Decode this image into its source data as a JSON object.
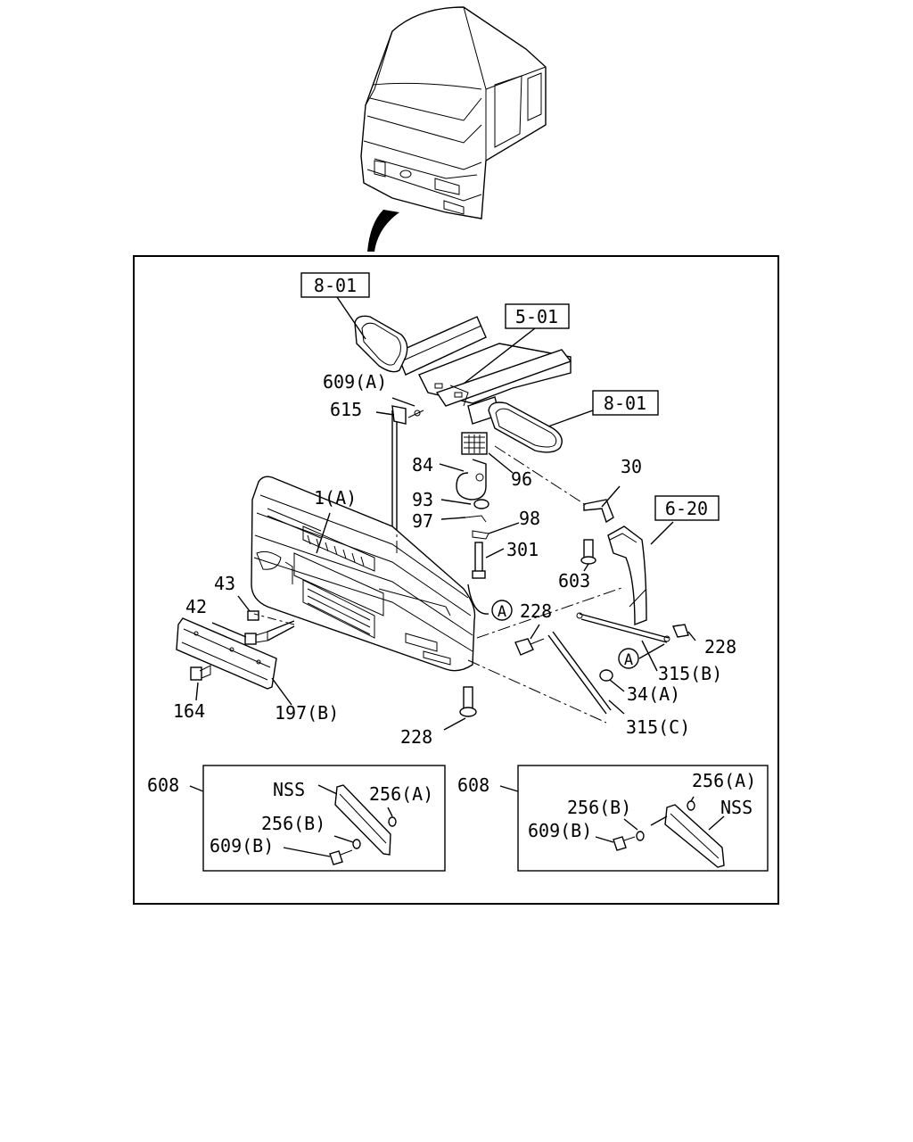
{
  "labels": {
    "ref_801_top": "8-01",
    "ref_501": "5-01",
    "ref_801_right": "8-01",
    "ref_620": "6-20",
    "p609a": "609(A)",
    "p615": "615",
    "p84": "84",
    "p96": "96",
    "p93": "93",
    "p97": "97",
    "p98": "98",
    "p301": "301",
    "p30": "30",
    "p603": "603",
    "p1a": "1(A)",
    "p43": "43",
    "p42": "42",
    "p164": "164",
    "p197b": "197(B)",
    "p228_top": "228",
    "p228_right": "228",
    "p228_bottom": "228",
    "p315b": "315(B)",
    "p34a": "34(A)",
    "p315c": "315(C)",
    "circle_a1": "A",
    "circle_a2": "A"
  },
  "inset_left": {
    "p608": "608",
    "nss": "NSS",
    "p256a": "256(A)",
    "p256b": "256(B)",
    "p609b": "609(B)"
  },
  "inset_right": {
    "p608": "608",
    "nss": "NSS",
    "p256a": "256(A)",
    "p256b": "256(B)",
    "p609b": "609(B)"
  }
}
